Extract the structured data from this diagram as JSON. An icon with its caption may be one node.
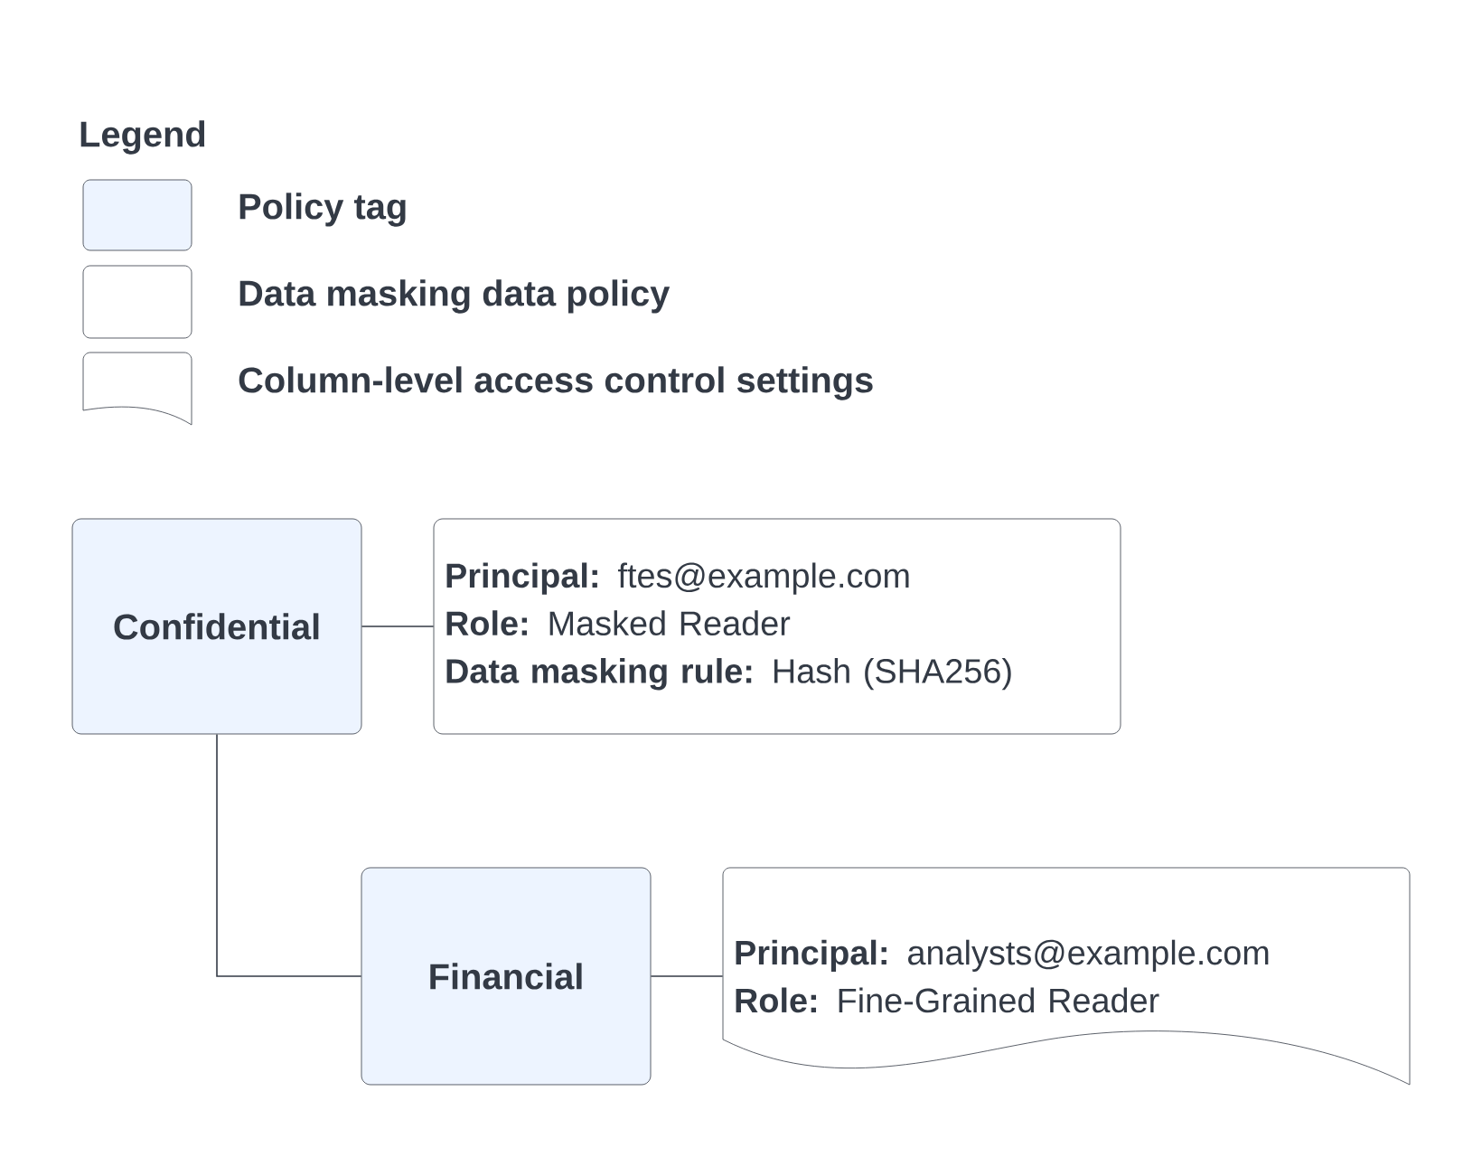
{
  "diagram": {
    "nodes": [
      {
        "text": [
          "Confidential"
        ]
      },
      {
        "text": [
          "**Principal:** ftes@example.com",
          "**Role:** Masked Reader",
          "**Data masking rule:** Hash (SHA256)"
        ]
      },
      {
        "text": [
          "Financial"
        ]
      },
      {
        "text": [
          "**Principal:** analysts@example.com",
          "**Role:** Fine-Grained Reader"
        ]
      }
    ],
    "edges": [
      {
        "from": 0,
        "to": 1,
        "arrow": "none"
      },
      {
        "from": 0,
        "to": 2,
        "arrow": "none"
      },
      {
        "from": 2,
        "to": 3,
        "arrow": "none"
      }
    ],
    "labels": [
      "Legend"
    ],
    "legend": [
      {
        "text": "Policy tag",
        "color": "#edf4ff"
      },
      {
        "text": "Data masking data policy"
      },
      {
        "text": "Column-level access control settings"
      }
    ]
  }
}
